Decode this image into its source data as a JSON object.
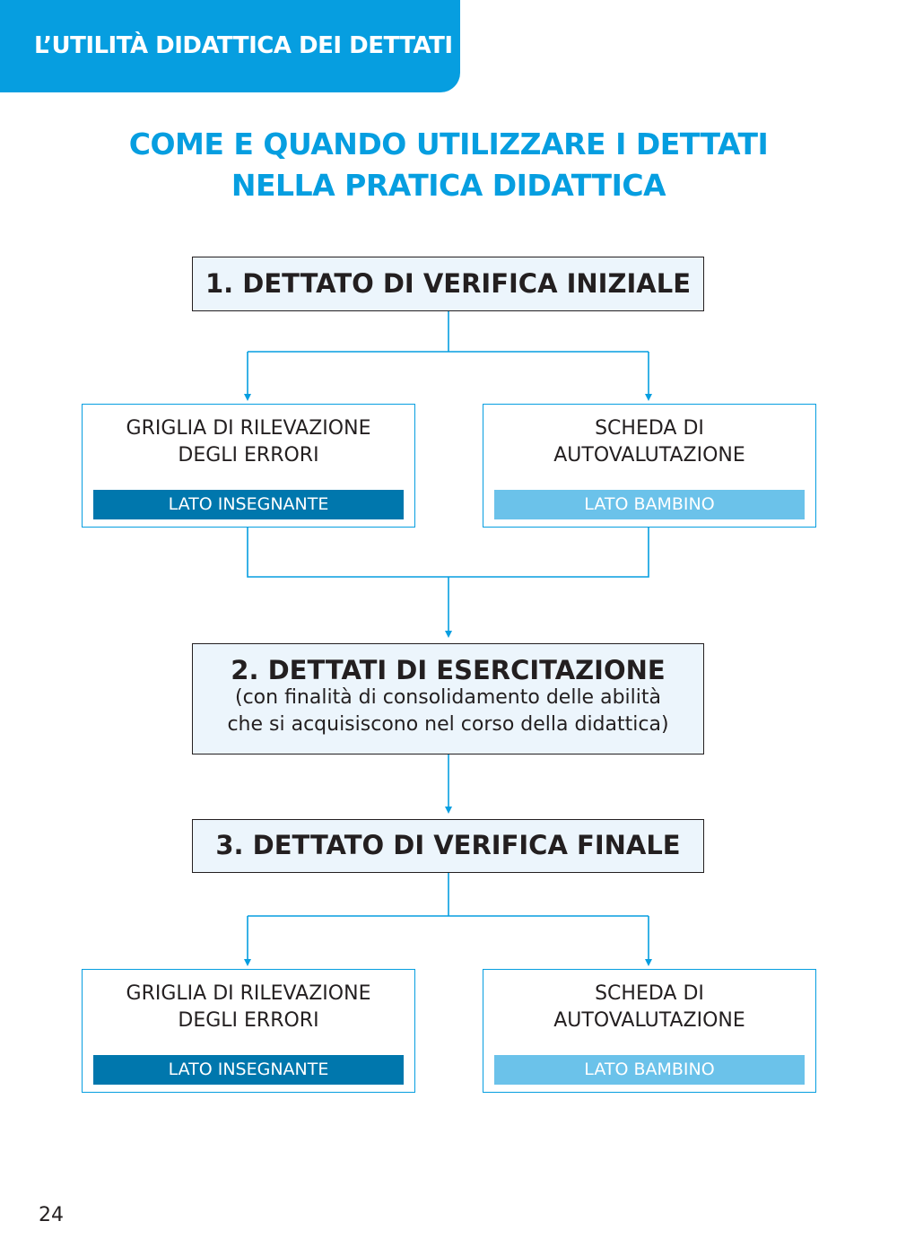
{
  "header": {
    "title": "L’UTILITÀ DIDATTICA DEI DETTATI",
    "color": "#069ee0"
  },
  "title": {
    "line1": "COME E QUANDO UTILIZZARE I DETTATI",
    "line2": "NELLA PRATICA DIDATTICA"
  },
  "stages": [
    {
      "title": "1. DETTATO DI VERIFICA INIZIALE"
    },
    {
      "title": "2. DETTATI DI ESERCITAZIONE",
      "note_line1": "(con finalità di consolidamento delle abilità",
      "note_line2": "che si acquisiscono nel corso della didattica)"
    },
    {
      "title": "3. DETTATO DI VERIFICA FINALE"
    }
  ],
  "tools_initial": [
    {
      "line1": "GRIGLIA DI RILEVAZIONE",
      "line2": "DEGLI ERRORI",
      "side": "LATO INSEGNANTE"
    },
    {
      "line1": "SCHEDA DI",
      "line2": "AUTOVALUTAZIONE",
      "side": "LATO BAMBINO"
    }
  ],
  "tools_final": [
    {
      "line1": "GRIGLIA DI RILEVAZIONE",
      "line2": "DEGLI ERRORI",
      "side": "LATO INSEGNANTE"
    },
    {
      "line1": "SCHEDA DI",
      "line2": "AUTOVALUTAZIONE",
      "side": "LATO BAMBINO"
    }
  ],
  "colors": {
    "accent": "#069ee0",
    "teacher_side": "#0077ad",
    "child_side": "#6bc2ea",
    "stage_fill": "#ecf5fc"
  },
  "page_number": "24"
}
